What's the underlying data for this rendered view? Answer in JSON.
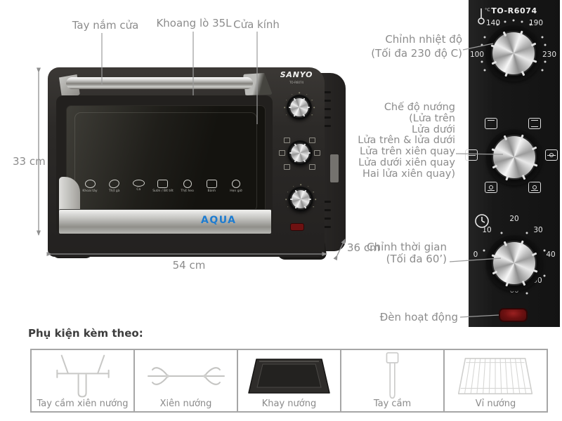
{
  "product": {
    "model": "TO-R6074",
    "brand": "SANYO",
    "sub_brand": "AQUA"
  },
  "callouts": {
    "door_handle": "Tay nắm cửa",
    "cavity": "Khoang lò 35L",
    "glass_door": "Cửa kính",
    "temperature_line1": "Chỉnh nhiệt độ",
    "temperature_line2": "(Tối đa 230 độ C)",
    "mode_line1": "Chế độ nướng",
    "mode_line2": "(Lửa trên",
    "mode_line3": "Lửa dưới",
    "mode_line4": "Lửa trên & lửa dưới",
    "mode_line5": "Lửa trên xiên quay",
    "mode_line6": "Lửa dưới xiên quay",
    "mode_line7": "Hai lửa xiên quay)",
    "timer_line1": "Chỉnh thời gian",
    "timer_line2": "(Tối đa 60’)",
    "indicator": "Đèn hoạt động"
  },
  "dimensions": {
    "height": "33 cm",
    "width": "54 cm",
    "depth": "36 cm"
  },
  "panel": {
    "model": "TO-R6074",
    "temp_unit": "°C",
    "temp_labels": [
      "140",
      "190",
      "100",
      "230"
    ],
    "timer_labels": [
      "0",
      "10",
      "20",
      "30",
      "40",
      "50",
      "60"
    ]
  },
  "door_menu": [
    "Khoai tây",
    "Thịt gà",
    "Cá",
    "Sườn / Bít tết",
    "Thịt heo",
    "Bánh",
    "Hẹn giờ"
  ],
  "accessories": {
    "title": "Phụ kiện kèm theo:",
    "items": [
      {
        "label": "Tay cầm xiên nướng"
      },
      {
        "label": "Xiên nướng"
      },
      {
        "label": "Khay nướng"
      },
      {
        "label": "Tay cầm"
      },
      {
        "label": "Vỉ nướng"
      }
    ]
  },
  "colors": {
    "aqua_blue": "#1e7cd0",
    "indicator_red": "#6e1111",
    "panel_bg": "#181818",
    "callout_gray": "#8c8c8c"
  }
}
